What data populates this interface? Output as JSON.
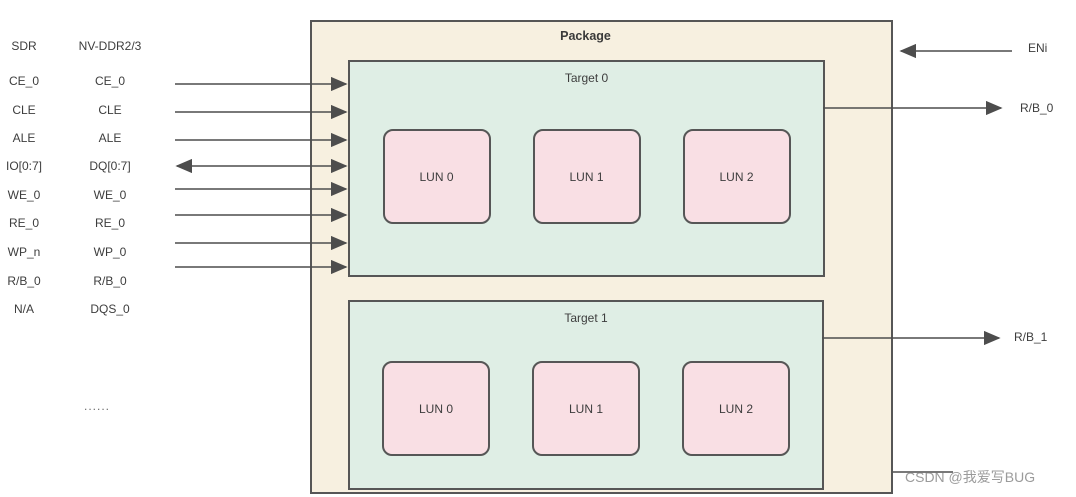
{
  "pin_table": {
    "col_headers": [
      "SDR",
      "NV-DDR2/3"
    ],
    "rows": [
      {
        "sdr": "CE_0",
        "nvddr": "CE_0",
        "arrow": "in"
      },
      {
        "sdr": "CLE",
        "nvddr": "CLE",
        "arrow": "in"
      },
      {
        "sdr": "ALE",
        "nvddr": "ALE",
        "arrow": "in"
      },
      {
        "sdr": "IO[0:7]",
        "nvddr": "DQ[0:7]",
        "arrow": "bidir"
      },
      {
        "sdr": "WE_0",
        "nvddr": "WE_0",
        "arrow": "in"
      },
      {
        "sdr": "RE_0",
        "nvddr": "RE_0",
        "arrow": "in"
      },
      {
        "sdr": "WP_n",
        "nvddr": "WP_0",
        "arrow": "in"
      },
      {
        "sdr": "R/B_0",
        "nvddr": "R/B_0",
        "arrow": "in"
      },
      {
        "sdr": "N/A",
        "nvddr": "DQS_0",
        "arrow": "none"
      }
    ],
    "ellipsis": "......"
  },
  "package": {
    "title": "Package",
    "targets": [
      {
        "title": "Target 0",
        "luns": [
          "LUN 0",
          "LUN 1",
          "LUN 2"
        ],
        "output": "R/B_0"
      },
      {
        "title": "Target 1",
        "luns": [
          "LUN 0",
          "LUN 1",
          "LUN 2"
        ],
        "output": "R/B_1"
      }
    ]
  },
  "signals_right": {
    "eni": "ENi",
    "rb0": "R/B_0",
    "rb1": "R/B_1"
  },
  "watermark": "CSDN @我爱写BUG",
  "colors": {
    "package": "#f7f0e0",
    "target": "#dfeee5",
    "lun": "#f9dfe4",
    "border": "#565656",
    "arrow": "#4d4d4d",
    "text": "#3d3d3d",
    "watermark": "#9b9b9b"
  }
}
